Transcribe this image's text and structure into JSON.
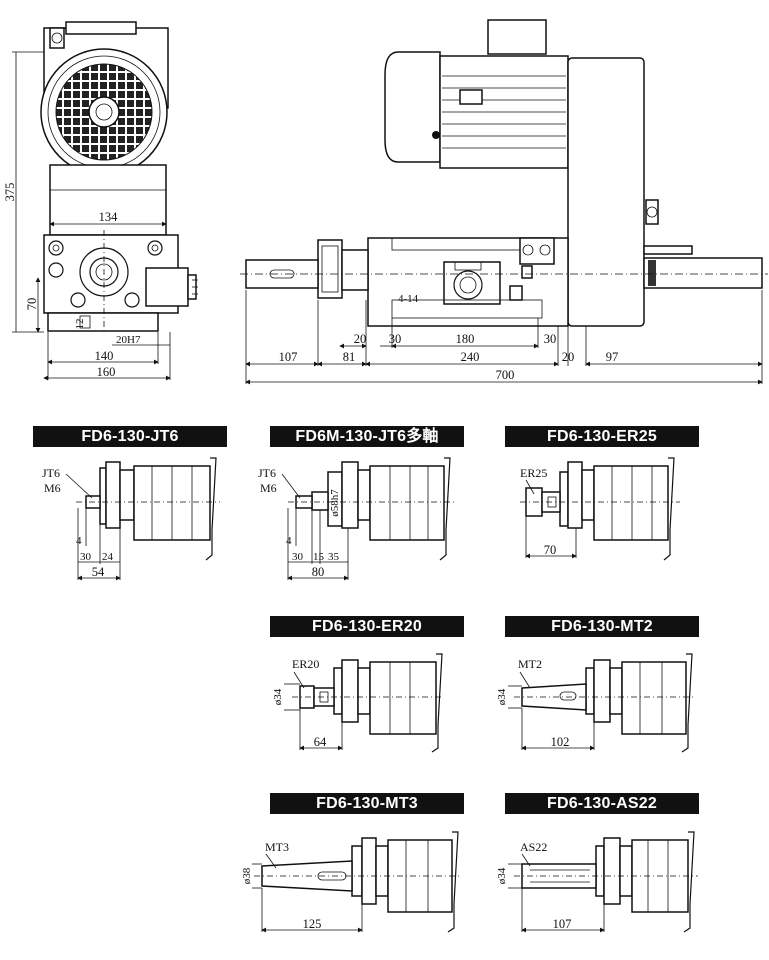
{
  "main_views": {
    "front_dims": {
      "d375": "375",
      "d134": "134",
      "d70": "70",
      "d12": "12",
      "d20h7": "20H7",
      "d140": "140",
      "d160": "160"
    },
    "side_dims": {
      "d4_14": "4-14",
      "d20a": "20",
      "d30a": "30",
      "d180": "180",
      "d30b": "30",
      "d107": "107",
      "d81": "81",
      "d240": "240",
      "d20b": "20",
      "d97": "97",
      "d700": "700"
    }
  },
  "variants": [
    {
      "title": "FD6-130-JT6",
      "labels": {
        "a": "JT6",
        "b": "M6"
      },
      "dims": {
        "d4": "4",
        "d30": "30",
        "d24": "24",
        "d54": "54"
      }
    },
    {
      "title": "FD6M-130-JT6多軸",
      "labels": {
        "a": "JT6",
        "b": "M6",
        "dia": "ø58h7"
      },
      "dims": {
        "d4": "4",
        "d30": "30",
        "d15": "15",
        "d35": "35",
        "d80": "80"
      }
    },
    {
      "title": "FD6-130-ER25",
      "labels": {
        "a": "ER25"
      },
      "dims": {
        "d70": "70"
      }
    },
    {
      "title": "FD6-130-ER20",
      "labels": {
        "a": "ER20",
        "dia": "ø34"
      },
      "dims": {
        "d64": "64"
      }
    },
    {
      "title": "FD6-130-MT2",
      "labels": {
        "a": "MT2",
        "dia": "ø34"
      },
      "dims": {
        "d102": "102"
      }
    },
    {
      "title": "FD6-130-MT3",
      "labels": {
        "a": "MT3",
        "dia": "ø38"
      },
      "dims": {
        "d125": "125"
      }
    },
    {
      "title": "FD6-130-AS22",
      "labels": {
        "a": "AS22",
        "dia": "ø34"
      },
      "dims": {
        "d107": "107"
      }
    }
  ]
}
